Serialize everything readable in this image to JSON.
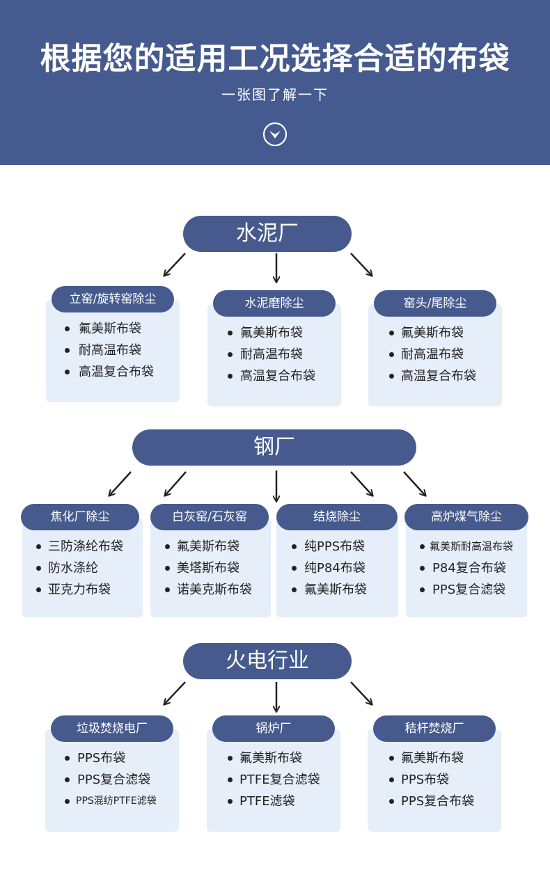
{
  "header": {
    "title": "根据您的适用工况选择合适的布袋",
    "subtitle": "一张图了解一下",
    "icon": "chevron-down-circle-icon"
  },
  "sections": [
    {
      "label": "水泥厂",
      "cards": [
        {
          "title": "立窑/旋转窑除尘",
          "items": [
            "氟美斯布袋",
            "耐高温布袋",
            "高温复合布袋"
          ]
        },
        {
          "title": "水泥磨除尘",
          "items": [
            "氟美斯布袋",
            "耐高温布袋",
            "高温复合布袋"
          ]
        },
        {
          "title": "窑头/尾除尘",
          "items": [
            "氟美斯布袋",
            "耐高温布袋",
            "高温复合布袋"
          ]
        }
      ]
    },
    {
      "label": "钢厂",
      "cards": [
        {
          "title": "焦化厂除尘",
          "items": [
            "三防涤纶布袋",
            "防水涤纶",
            "亚克力布袋"
          ]
        },
        {
          "title": "白灰窑/石灰窑",
          "items": [
            "氟美斯布袋",
            "美塔斯布袋",
            "诺美克斯布袋"
          ]
        },
        {
          "title": "结烧除尘",
          "items": [
            "纯PPS布袋",
            "纯P84布袋",
            "氟美斯布袋"
          ]
        },
        {
          "title": "高炉煤气除尘",
          "items": [
            "氟美斯耐高温布袋",
            "P84复合布袋",
            "PPS复合滤袋"
          ]
        }
      ]
    },
    {
      "label": "火电行业",
      "cards": [
        {
          "title": "垃圾焚烧电厂",
          "items": [
            "PPS布袋",
            "PPS复合滤袋",
            "PPS混纺PTFE滤袋"
          ]
        },
        {
          "title": "锅炉厂",
          "items": [
            "氟美斯布袋",
            "PTFE复合滤袋",
            "PTFE滤袋"
          ]
        },
        {
          "title": "秸杆焚烧厂",
          "items": [
            "氟美斯布袋",
            "PPS布袋",
            "PPS复合布袋"
          ]
        }
      ]
    }
  ],
  "colors": {
    "banner": "#455a8f",
    "pill": "#465a8e",
    "card_bg": "#e6eef9",
    "arrow": "#222222"
  }
}
